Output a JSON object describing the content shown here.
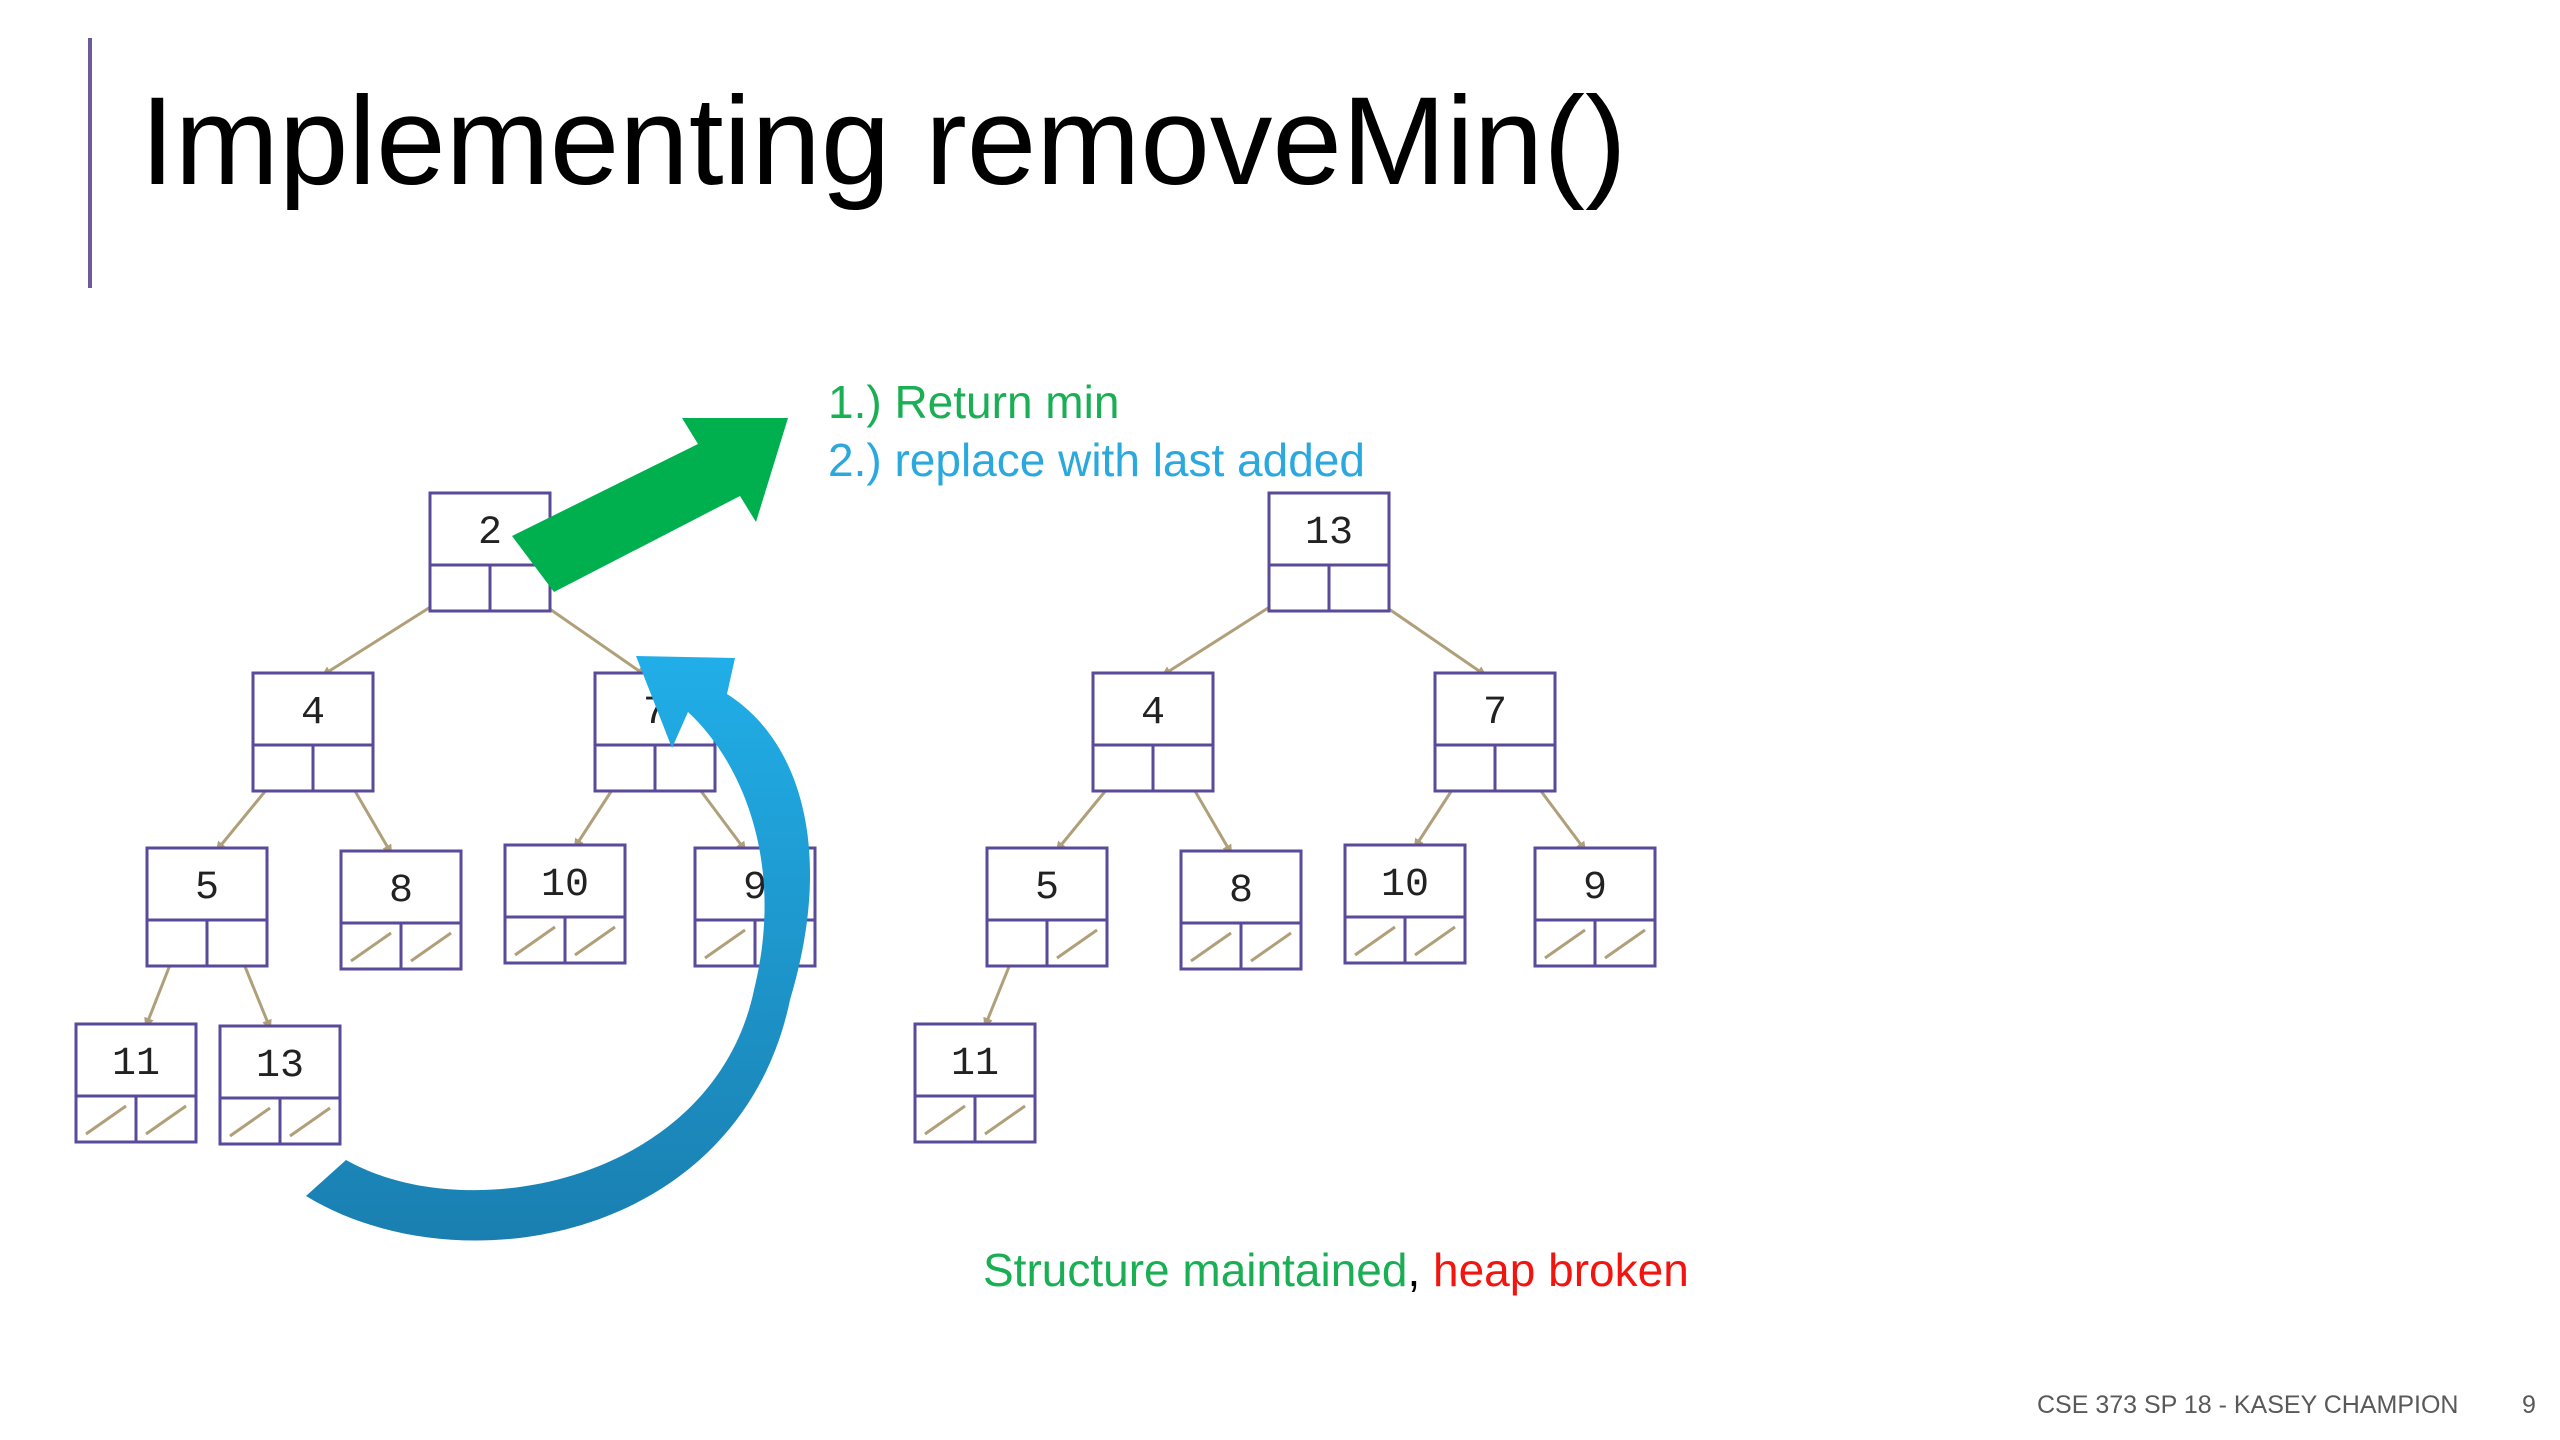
{
  "slide": {
    "title": "Implementing removeMin()",
    "steps": [
      "1.) Return min",
      "2.) replace with last added"
    ],
    "status_good": "Structure maintained",
    "status_sep": ", ",
    "status_bad": "heap broken",
    "footer": "CSE 373 SP 18 - KASEY CHAMPION",
    "page_number": "9"
  },
  "colors": {
    "node_border": "#5a4a9a",
    "edge": "#b0a07a",
    "return_arrow": "#00b04f",
    "replace_arrow_top": "#21aee8",
    "replace_arrow_bottom": "#1a7fb0",
    "step1": "#1aaf54",
    "step2": "#2ba9df",
    "good": "#1aaf54",
    "bad": "#f2140f"
  },
  "trees": {
    "before": [
      "2",
      "4",
      "7",
      "5",
      "8",
      "10",
      "9",
      "11",
      "13"
    ],
    "after": [
      "13",
      "4",
      "7",
      "5",
      "8",
      "10",
      "9",
      "11"
    ]
  }
}
